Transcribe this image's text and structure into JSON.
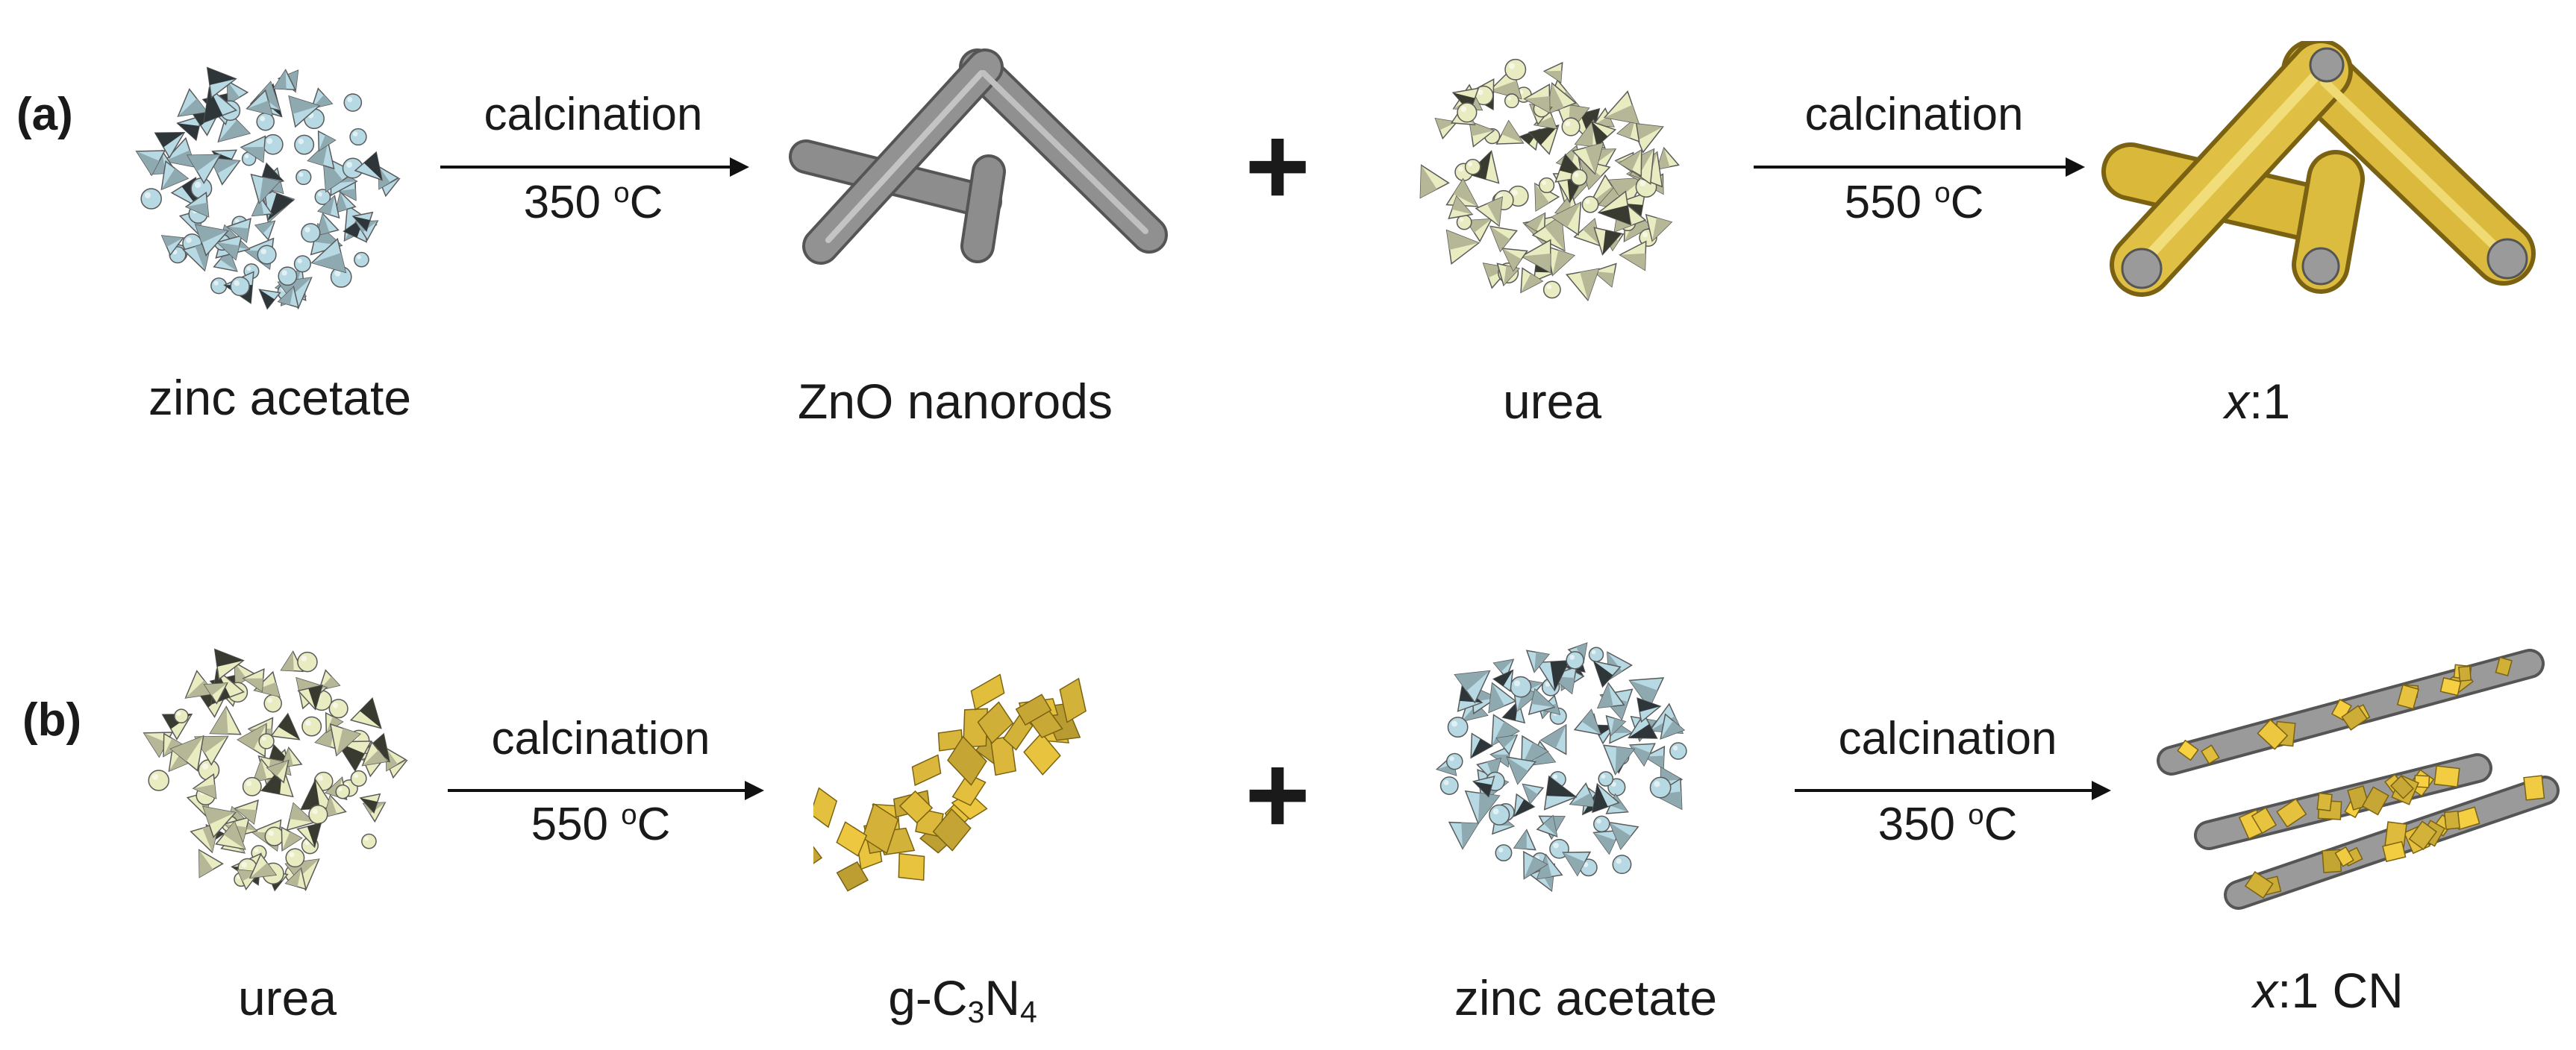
{
  "colors": {
    "zinc_acetate": "#b7d9e3",
    "urea": "#e9ebc0",
    "zno": "#8c8c8c",
    "gcn": "#d8b63a",
    "edge": "#5a5a5a"
  },
  "panel_a": {
    "label": "(a)",
    "precursor1": "zinc acetate",
    "step1": {
      "process": "calcination",
      "temp_value": "350 ",
      "temp_unit_sup": "o",
      "temp_unit": "C"
    },
    "intermediate": "ZnO nanorods",
    "plus": "+",
    "precursor2": "urea",
    "step2": {
      "process": "calcination",
      "temp_value": "550 ",
      "temp_unit_sup": "o",
      "temp_unit": "C"
    },
    "product_var": "x",
    "product_rest": ":1"
  },
  "panel_b": {
    "label": "(b)",
    "precursor1": "urea",
    "step1": {
      "process": "calcination",
      "temp_value": "550 ",
      "temp_unit_sup": "o",
      "temp_unit": "C"
    },
    "intermediate": {
      "prefix": "g-C",
      "sub1": "3",
      "mid": "N",
      "sub2": "4"
    },
    "plus": "+",
    "precursor2": "zinc acetate",
    "step2": {
      "process": "calcination",
      "temp_value": "350 ",
      "temp_unit_sup": "o",
      "temp_unit": "C"
    },
    "product_var": "x",
    "product_rest": ":1 CN"
  }
}
